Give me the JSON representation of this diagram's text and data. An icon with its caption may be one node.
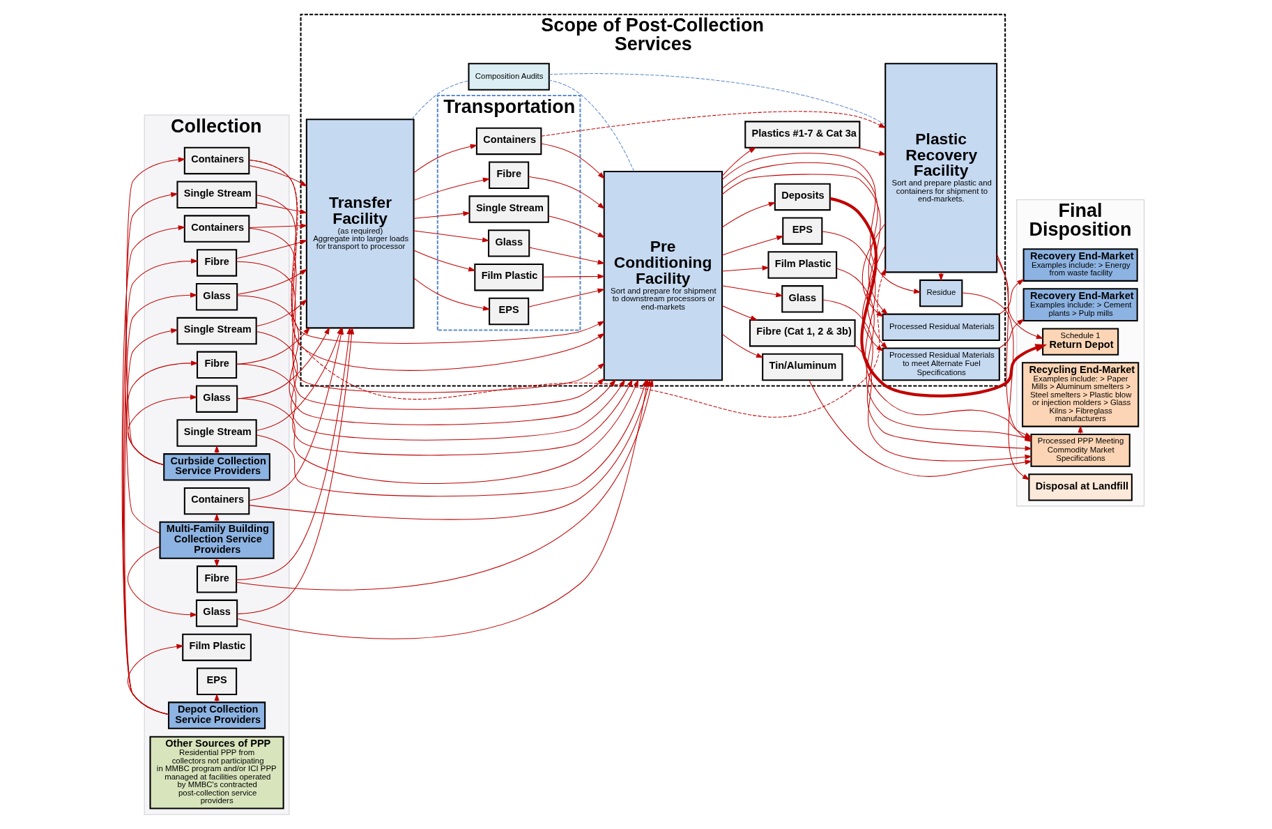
{
  "diagram": {
    "nodes": [
      {
        "text": [
          "Collection"
        ]
      },
      {
        "text": [
          "Curbside Collection Service Providers"
        ],
        "in": 0
      },
      {
        "text": [
          "Containers"
        ],
        "in": 0
      },
      {
        "text": [
          "Fibre"
        ],
        "in": 0
      },
      {
        "text": [
          "Glass"
        ],
        "in": 0
      },
      {
        "text": [
          "Single Stream"
        ],
        "in": 0
      },
      {
        "text": [
          "Multi-Family Building Collection Service Providers"
        ],
        "in": 0
      },
      {
        "text": [
          "Containers"
        ],
        "in": 0
      },
      {
        "text": [
          "Fibre"
        ],
        "in": 0
      },
      {
        "text": [
          "Glass"
        ],
        "in": 0
      },
      {
        "text": [
          "Single Stream"
        ],
        "in": 0
      },
      {
        "text": [
          "Depot Collection Service Providers"
        ],
        "in": 0
      },
      {
        "text": [
          "Containers"
        ],
        "in": 0
      },
      {
        "text": [
          "Fibre"
        ],
        "in": 0
      },
      {
        "text": [
          "Glass"
        ],
        "in": 0
      },
      {
        "text": [
          "Single Stream"
        ],
        "in": 0
      },
      {
        "text": [
          "Film Plastic"
        ],
        "in": 0
      },
      {
        "text": [
          "EPS"
        ],
        "in": 0
      },
      {
        "text": [
          "Other Sources of PPP",
          "Residential PPP from collectors not participating in MMBC program and/or ICI PPP managed at facilities operated by MMBC's contracted post-collection service providers"
        ],
        "in": 0
      },
      {
        "text": [
          "Scope of Post-Collection Services"
        ]
      },
      {
        "text": [
          "Transfer Facility",
          "(as required)",
          "Aggregate into larger loads for transport to processor"
        ],
        "in": 19
      },
      {
        "text": [
          "Transportation"
        ],
        "in": 19
      },
      {
        "text": [
          "Containers"
        ],
        "in": 21
      },
      {
        "text": [
          "Fibre"
        ],
        "in": 21
      },
      {
        "text": [
          "Single Stream"
        ],
        "in": 21
      },
      {
        "text": [
          "Glass"
        ],
        "in": 21
      },
      {
        "text": [
          "Film Plastic"
        ],
        "in": 21
      },
      {
        "text": [
          "EPS"
        ],
        "in": 21
      },
      {
        "text": [
          "Pre Conditioning Facility",
          "Sort and prepare for shipment to downstream processors or end-markets"
        ],
        "in": 19
      },
      {
        "text": [
          "Film Plastic"
        ],
        "in": 19
      },
      {
        "text": [
          "Fibre (Cat 1, 2 & 3b)"
        ],
        "in": 19
      },
      {
        "text": [
          "Tin/Aluminum"
        ],
        "in": 19
      },
      {
        "text": [
          "Glass"
        ],
        "in": 19
      },
      {
        "text": [
          "EPS"
        ],
        "in": 19
      },
      {
        "text": [
          "Plastics #1-7 & Cat 3a"
        ],
        "in": 19
      },
      {
        "text": [
          "Deposits"
        ],
        "in": 19
      },
      {
        "text": [
          "Plastic Recovery Facility",
          "Sort and prepare plastic and containers for shipment to end-markets."
        ],
        "in": 19
      },
      {
        "text": [
          "Composition Audits"
        ],
        "in": 19
      },
      {
        "text": [
          "Processed Residual Materials to meet Alternate Fuel Specifications"
        ],
        "in": 19
      },
      {
        "text": [
          "Processed Residual Materials"
        ],
        "in": 19
      },
      {
        "text": [
          "Residue"
        ],
        "in": 19
      },
      {
        "text": [
          "Final Disposition"
        ]
      },
      {
        "text": [
          "Processed PPP Meeting Commodity Market Specifications"
        ],
        "in": 41
      },
      {
        "text": [
          "Recycling End-Market",
          "Examples include: > Paper Mills > Aluminum smelters > Steel smelters > Plastic blow or injection molders > Glass Kilns > Fibreglass manufacturers"
        ],
        "in": 41
      },
      {
        "text": [
          "Schedule 1",
          "Return Depot"
        ],
        "in": 41
      },
      {
        "text": [
          "Recovery End-Market",
          "Examples include: > Cement plants > Pulp mills"
        ],
        "in": 41
      },
      {
        "text": [
          "Recovery End-Market",
          "Examples include: > Energy from waste facility"
        ],
        "in": 41
      },
      {
        "text": [
          "Disposal at Landfill"
        ],
        "in": 41
      }
    ],
    "edges": [
      {
        "from": 1,
        "to": 2,
        "arrow": "to"
      },
      {
        "from": 1,
        "to": 3,
        "arrow": "to"
      },
      {
        "from": 1,
        "to": 4,
        "arrow": "to"
      },
      {
        "from": 1,
        "to": 5,
        "arrow": "to"
      },
      {
        "from": 6,
        "to": 7,
        "arrow": "to"
      },
      {
        "from": 6,
        "to": 8,
        "arrow": "to"
      },
      {
        "from": 6,
        "to": 9,
        "arrow": "to"
      },
      {
        "from": 6,
        "to": 10,
        "arrow": "to"
      },
      {
        "from": 11,
        "to": 12,
        "arrow": "to"
      },
      {
        "from": 11,
        "to": 13,
        "arrow": "to"
      },
      {
        "from": 11,
        "to": 14,
        "arrow": "to"
      },
      {
        "from": 11,
        "to": 15,
        "arrow": "to"
      },
      {
        "from": 11,
        "to": 16,
        "arrow": "to"
      },
      {
        "from": 11,
        "to": 17,
        "arrow": "to"
      },
      {
        "from": 2,
        "to": 28,
        "arrow": "to"
      },
      {
        "from": 3,
        "to": 28,
        "arrow": "to"
      },
      {
        "from": 4,
        "to": 28,
        "arrow": "to"
      },
      {
        "from": 5,
        "to": 28,
        "arrow": "to"
      },
      {
        "from": 7,
        "to": 28,
        "arrow": "to"
      },
      {
        "from": 8,
        "to": 28,
        "arrow": "to"
      },
      {
        "from": 9,
        "to": 28,
        "arrow": "to"
      },
      {
        "from": 10,
        "to": 28,
        "arrow": "to"
      },
      {
        "from": 12,
        "to": 28,
        "arrow": "to"
      },
      {
        "from": 13,
        "to": 28,
        "arrow": "to"
      },
      {
        "from": 14,
        "to": 28,
        "arrow": "to"
      },
      {
        "from": 15,
        "to": 28,
        "arrow": "to"
      },
      {
        "from": 2,
        "to": 20,
        "arrow": "to"
      },
      {
        "from": 3,
        "to": 20,
        "arrow": "to"
      },
      {
        "from": 4,
        "to": 20,
        "arrow": "to"
      },
      {
        "from": 5,
        "to": 20,
        "arrow": "to"
      },
      {
        "from": 7,
        "to": 20,
        "arrow": "to"
      },
      {
        "from": 8,
        "to": 20,
        "arrow": "to"
      },
      {
        "from": 9,
        "to": 20,
        "arrow": "to"
      },
      {
        "from": 10,
        "to": 20,
        "arrow": "to"
      },
      {
        "from": 12,
        "to": 20,
        "arrow": "to"
      },
      {
        "from": 13,
        "to": 20,
        "arrow": "to"
      },
      {
        "from": 14,
        "to": 20,
        "arrow": "to"
      },
      {
        "from": 15,
        "to": 20,
        "arrow": "to"
      },
      {
        "from": 2,
        "to": 36,
        "arrow": "to",
        "style": "dashed"
      },
      {
        "from": 22,
        "to": 36,
        "arrow": "to",
        "style": "dashed"
      },
      {
        "from": 20,
        "to": 22,
        "arrow": "to"
      },
      {
        "from": 20,
        "to": 23,
        "arrow": "to"
      },
      {
        "from": 20,
        "to": 24,
        "arrow": "to"
      },
      {
        "from": 20,
        "to": 25,
        "arrow": "to"
      },
      {
        "from": 20,
        "to": 26,
        "arrow": "to"
      },
      {
        "from": 20,
        "to": 27,
        "arrow": "to"
      },
      {
        "from": 22,
        "to": 28,
        "arrow": "to"
      },
      {
        "from": 23,
        "to": 28,
        "arrow": "to"
      },
      {
        "from": 24,
        "to": 28,
        "arrow": "to"
      },
      {
        "from": 25,
        "to": 28,
        "arrow": "to"
      },
      {
        "from": 26,
        "to": 28,
        "arrow": "to"
      },
      {
        "from": 27,
        "to": 28,
        "arrow": "to"
      },
      {
        "from": 28,
        "to": 29,
        "arrow": "to"
      },
      {
        "from": 28,
        "to": 30,
        "arrow": "to"
      },
      {
        "from": 28,
        "to": 31,
        "arrow": "to"
      },
      {
        "from": 28,
        "to": 32,
        "arrow": "to"
      },
      {
        "from": 28,
        "to": 33,
        "arrow": "to"
      },
      {
        "from": 28,
        "to": 34,
        "arrow": "to"
      },
      {
        "from": 28,
        "to": 35,
        "arrow": "to"
      },
      {
        "from": 29,
        "to": 42,
        "arrow": "to"
      },
      {
        "from": 30,
        "to": 42,
        "arrow": "to"
      },
      {
        "from": 31,
        "to": 42,
        "arrow": "to"
      },
      {
        "from": 32,
        "to": 42,
        "arrow": "to"
      },
      {
        "from": 33,
        "to": 42,
        "arrow": "to"
      },
      {
        "from": 34,
        "to": 36,
        "arrow": "to"
      },
      {
        "from": 35,
        "to": 44,
        "arrow": "to",
        "style": "thick"
      },
      {
        "from": 36,
        "to": 42,
        "arrow": "to"
      },
      {
        "from": 36,
        "to": 44,
        "arrow": "to"
      },
      {
        "from": 42,
        "to": 43,
        "arrow": "to"
      },
      {
        "from": 28,
        "to": 38,
        "arrow": "to"
      },
      {
        "from": 28,
        "to": 39,
        "arrow": "to"
      },
      {
        "from": 28,
        "to": 40,
        "arrow": "to"
      },
      {
        "from": 36,
        "to": 38,
        "arrow": "to"
      },
      {
        "from": 36,
        "to": 39,
        "arrow": "to"
      },
      {
        "from": 36,
        "to": 40,
        "arrow": "to"
      },
      {
        "from": 38,
        "to": 45,
        "arrow": "to"
      },
      {
        "from": 39,
        "to": 46,
        "arrow": "to"
      },
      {
        "from": 40,
        "to": 47,
        "arrow": "to"
      },
      {
        "from": 20,
        "to": 37,
        "arrow": "none",
        "style": "dashed",
        "color": "#5b8bd0"
      },
      {
        "from": 28,
        "to": 37,
        "arrow": "none",
        "style": "dashed",
        "color": "#5b8bd0"
      },
      {
        "from": 36,
        "to": 37,
        "arrow": "none",
        "style": "dashed",
        "color": "#5b8bd0"
      }
    ]
  }
}
